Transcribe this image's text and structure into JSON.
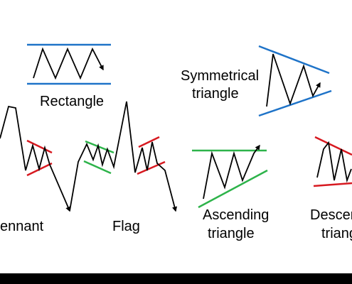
{
  "colors": {
    "price": "#000000",
    "resistance_blue": "#1e73c8",
    "support_red": "#d71920",
    "support_green": "#2db34a",
    "background": "#ffffff"
  },
  "patterns": {
    "rectangle": {
      "label": "Rectangle"
    },
    "symmetrical": {
      "label_line1": "Symmetrical",
      "label_line2": "triangle"
    },
    "pennant": {
      "label": "ennant"
    },
    "flag": {
      "label": "Flag"
    },
    "ascending": {
      "label_line1": "Ascending",
      "label_line2": "triangle"
    },
    "descending": {
      "label_line1": "Descen",
      "label_line2": "triang"
    }
  }
}
